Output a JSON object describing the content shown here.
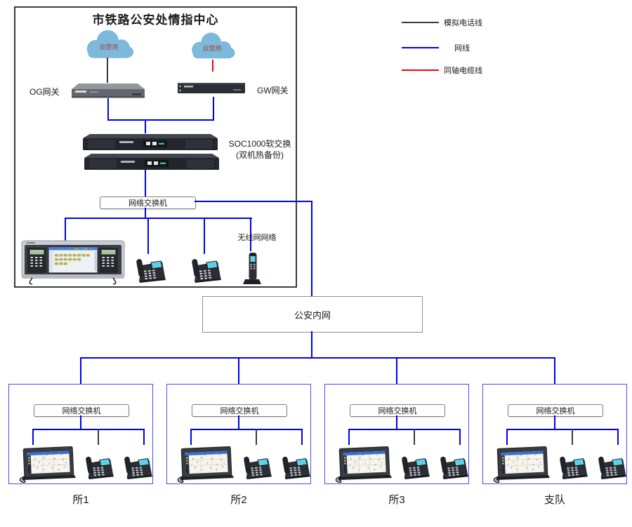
{
  "colors": {
    "net-line": "#0000f0",
    "analog-line": "#3a3a3a",
    "coax-line": "#ff0000",
    "branch-border": "#4d4df0",
    "cloud-fill": "#7cb9da",
    "cloud-text": "#a3493a"
  },
  "legend": {
    "items": [
      {
        "label": "模拟电话线",
        "color": "#3a3a3a"
      },
      {
        "label": "网线",
        "color": "#0000f0"
      },
      {
        "label": "同轴电缆线",
        "color": "#ff0000"
      }
    ]
  },
  "hq": {
    "title": "市铁路公安处情指中心",
    "cloud1_label": "运营商",
    "cloud2_label": "运营商",
    "og_gateway_label": "OG网关",
    "gw_gateway_label": "GW网关",
    "soc_line1": "SOC1000软交换",
    "soc_line2": "(双机热备份)",
    "switch_label": "网络交换机",
    "wireless_label": "无线网网络"
  },
  "intranet": {
    "label": "公安内网"
  },
  "branches": [
    {
      "name": "所1",
      "switch_label": "网络交换机"
    },
    {
      "name": "所2",
      "switch_label": "网络交换机"
    },
    {
      "name": "所3",
      "switch_label": "网络交换机"
    },
    {
      "name": "支队",
      "switch_label": "网络交换机"
    }
  ]
}
